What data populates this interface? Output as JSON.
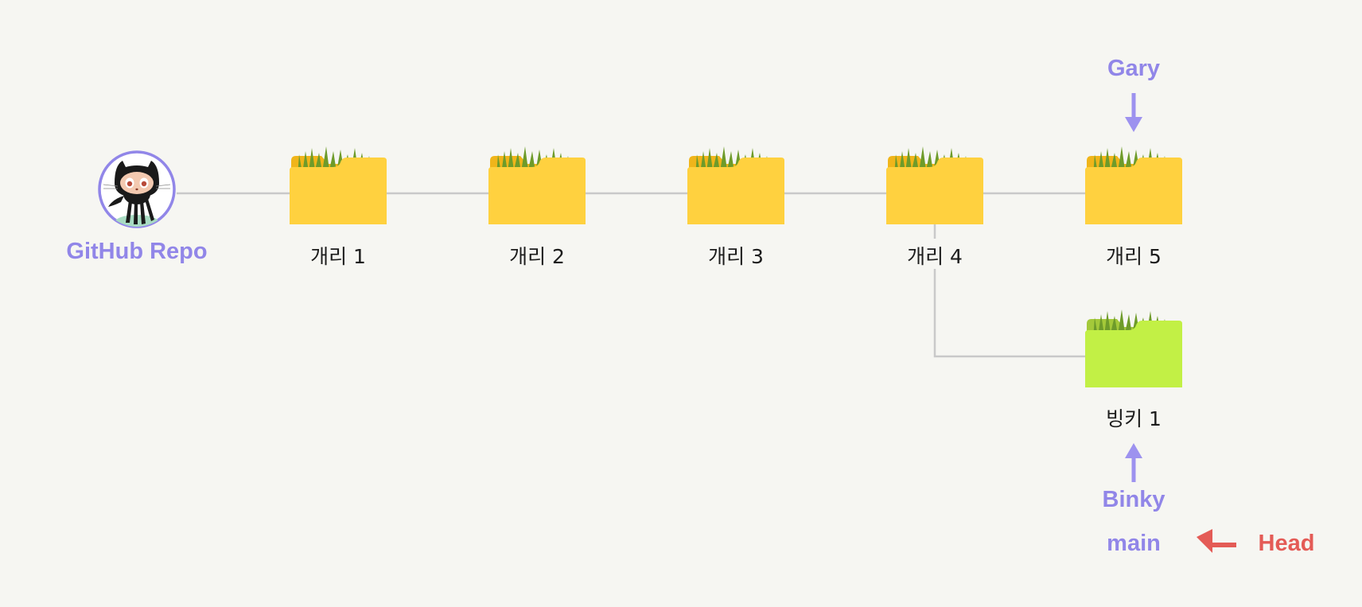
{
  "repo": {
    "label": "GitHub Repo",
    "icon": "github-octocat-icon"
  },
  "commits": [
    {
      "id": "gary1",
      "label": "개리 1",
      "color": "yellow"
    },
    {
      "id": "gary2",
      "label": "개리 2",
      "color": "yellow"
    },
    {
      "id": "gary3",
      "label": "개리 3",
      "color": "yellow"
    },
    {
      "id": "gary4",
      "label": "개리 4",
      "color": "yellow"
    },
    {
      "id": "gary5",
      "label": "개리 5",
      "color": "yellow"
    },
    {
      "id": "binky1",
      "label": "빙키 1",
      "color": "green"
    }
  ],
  "pointers": {
    "gary": "Gary",
    "binky": "Binky",
    "main": "main",
    "head": "Head"
  },
  "colors": {
    "background": "#f6f6f2",
    "pointer_purple": "#9186e8",
    "head_red": "#e45b56",
    "folder_yellow": "#ffd13f",
    "folder_yellow_back": "#f0b51a",
    "folder_green": "#c2f045",
    "folder_green_back": "#a4c93a",
    "grass": "#6e9b2a",
    "edge": "#c9c9c9"
  }
}
